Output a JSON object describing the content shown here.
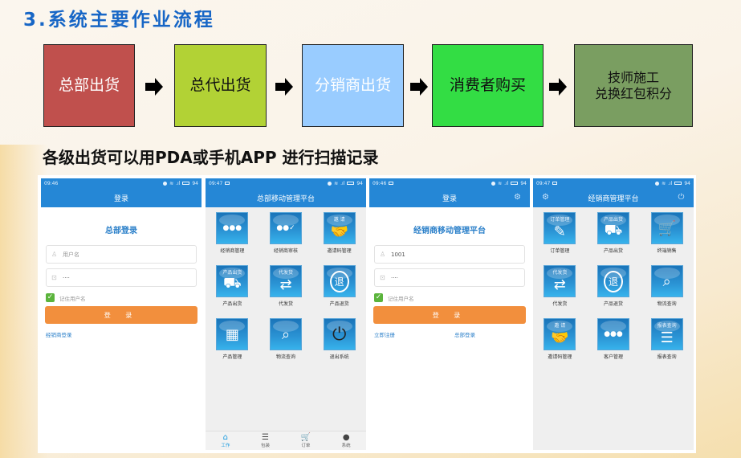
{
  "page_title": "3.系统主要作业流程",
  "flow": {
    "steps": [
      {
        "label": "总部出货",
        "bg": "#c0504d",
        "fg": "#ffffff"
      },
      {
        "label": "总代出货",
        "bg": "#b2d235",
        "fg": "#111111"
      },
      {
        "label": "分销商出货",
        "bg": "#99ccff",
        "fg": "#ffffff"
      },
      {
        "label": "消费者购买",
        "bg": "#33dd44",
        "fg": "#111111"
      },
      {
        "label": "技师施工\n兑换红包积分",
        "bg": "#7a9e61",
        "fg": "#111111"
      }
    ],
    "arrow_icon": "right-arrow-icon"
  },
  "subtitle": "各级出货可以用PDA或手机APP 进行扫描记录",
  "colors": {
    "title_blue": "#1766c6",
    "app_blue": "#2587d6",
    "login_orange": "#f28f3d",
    "check_green": "#5bb43c",
    "active_tab": "#1a9be0"
  },
  "screens": {
    "hq_login": {
      "status": {
        "time": "09:46",
        "battery": "94"
      },
      "nav_title": "登录",
      "heading": "总部登录",
      "username": {
        "placeholder": "用户名",
        "value": ""
      },
      "password": {
        "value": "····"
      },
      "remember_label": "记住用户名",
      "remember_checked": true,
      "login_button": "登 录",
      "links": [
        "经销商登录"
      ]
    },
    "hq_menu": {
      "status": {
        "time": "09:47",
        "battery": "94"
      },
      "nav_title": "总部移动管理平台",
      "tiles": [
        {
          "label": "经销商管理",
          "icon": "people-group-icon",
          "caption": ""
        },
        {
          "label": "经销商审核",
          "icon": "people-check-icon",
          "caption": ""
        },
        {
          "label": "邀请码管理",
          "icon": "handshake-icon",
          "caption": "邀 请"
        },
        {
          "label": "产品出货",
          "icon": "delivery-truck-icon",
          "caption": "产品出货"
        },
        {
          "label": "代发货",
          "icon": "package-handover-icon",
          "caption": "代发货"
        },
        {
          "label": "产品退货",
          "icon": "return-badge-icon",
          "caption": ""
        },
        {
          "label": "产品管理",
          "icon": "boxes-icon",
          "caption": ""
        },
        {
          "label": "物流查询",
          "icon": "globe-search-icon",
          "caption": ""
        },
        {
          "label": "退出系统",
          "icon": "power-icon",
          "caption": ""
        }
      ],
      "tabs": [
        {
          "label": "工作",
          "icon": "home-icon",
          "active": true
        },
        {
          "label": "包装",
          "icon": "list-icon",
          "active": false
        },
        {
          "label": "订单",
          "icon": "cart-icon",
          "active": false
        },
        {
          "label": "系统",
          "icon": "user-icon",
          "active": false
        }
      ]
    },
    "dealer_login": {
      "status": {
        "time": "09:46",
        "battery": "94"
      },
      "nav_title": "登录",
      "heading": "经销商移动管理平台",
      "username": {
        "placeholder": "用户名",
        "value": "1001"
      },
      "password": {
        "value": "····"
      },
      "remember_label": "记住用户名",
      "remember_checked": true,
      "login_button": "登 录",
      "links": [
        "立即注册",
        "总部登录"
      ]
    },
    "dealer_menu": {
      "status": {
        "time": "09:47",
        "battery": "94"
      },
      "nav_title": "经销商管理平台",
      "tiles": [
        {
          "label": "订单管理",
          "icon": "order-edit-icon",
          "caption": "订单管理"
        },
        {
          "label": "产品出货",
          "icon": "delivery-truck-icon",
          "caption": "产品出货"
        },
        {
          "label": "终端销售",
          "icon": "shopping-cart-icon",
          "caption": ""
        },
        {
          "label": "代发货",
          "icon": "package-handover-icon",
          "caption": "代发货"
        },
        {
          "label": "产品退货",
          "icon": "return-badge-icon",
          "caption": ""
        },
        {
          "label": "物流查询",
          "icon": "globe-search-icon",
          "caption": ""
        },
        {
          "label": "邀请码管理",
          "icon": "handshake-icon",
          "caption": "邀 请"
        },
        {
          "label": "客户管理",
          "icon": "people-group-icon",
          "caption": ""
        },
        {
          "label": "报表查询",
          "icon": "report-list-icon",
          "caption": "报表查询"
        }
      ]
    }
  }
}
